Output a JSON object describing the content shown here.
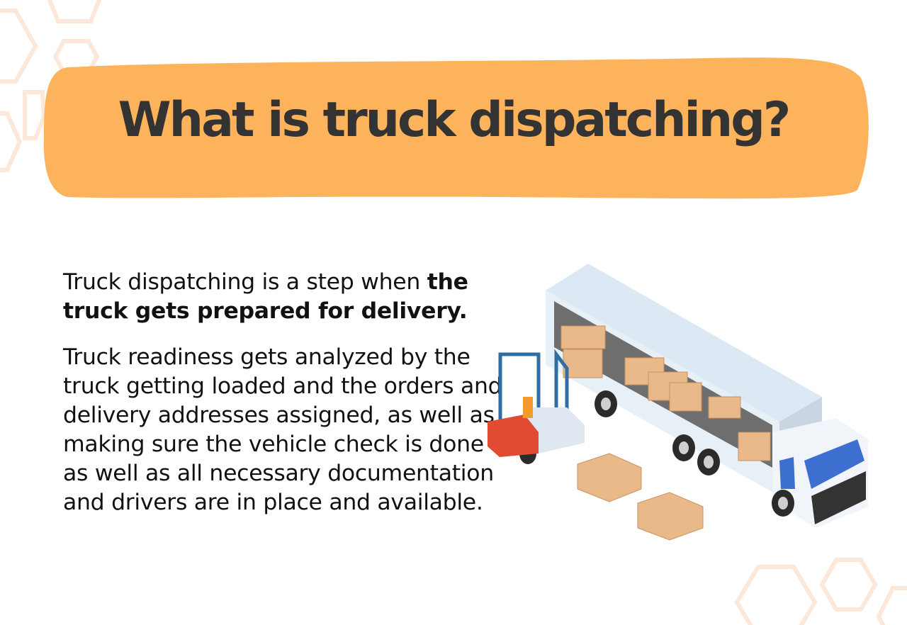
{
  "title": "What is truck dispatching?",
  "paragraph1": {
    "lead": "Truck dispatching is a step when ",
    "bold": "the truck gets prepared for delivery."
  },
  "paragraph2": "Truck readiness gets analyzed by the truck getting loaded and the orders and delivery addresses assigned, as well as making sure the vehicle check is done as well as all necessary documentation and drivers are in place and available.",
  "colors": {
    "accent": "#FDB35C",
    "title_text": "#333333",
    "hexagon": "#FBE6D6"
  },
  "illustration": "truck-loading-illustration"
}
